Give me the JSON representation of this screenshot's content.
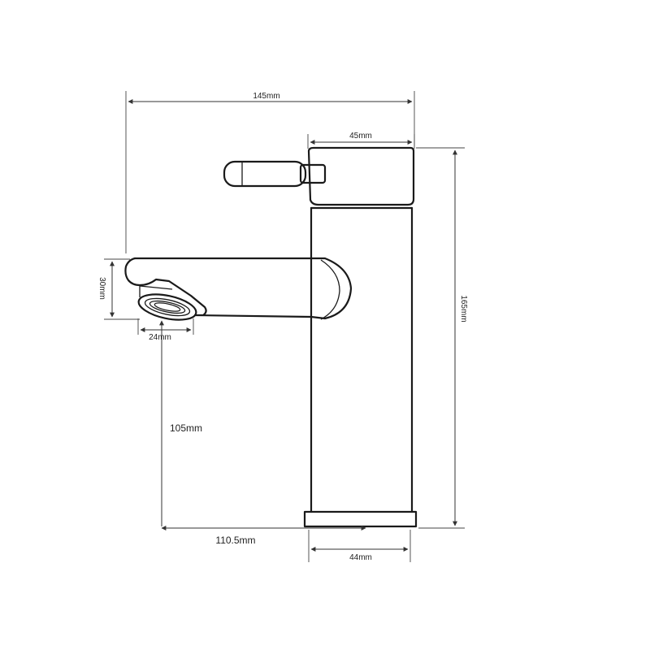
{
  "dimensions": {
    "total_width": "145mm",
    "handle_width": "45mm",
    "total_height": "165mm",
    "spout_height": "30mm",
    "aerator_diameter": "24mm",
    "clearance_height": "105mm",
    "reach": "110.5mm",
    "base_diameter": "44mm"
  }
}
